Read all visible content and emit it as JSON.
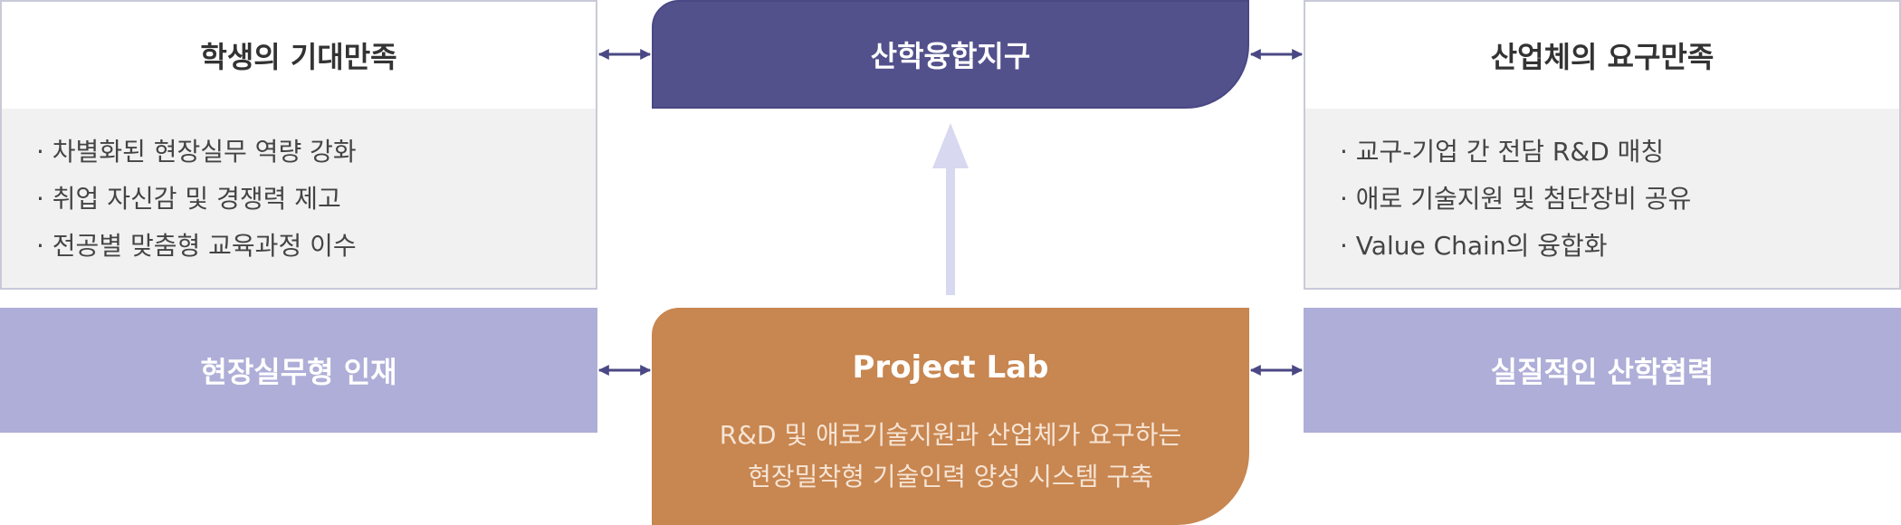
{
  "left_card": {
    "title": "학생의 기대만족",
    "items": [
      "· 차별화된 현장실무 역량 강화",
      "· 취업 자신감 및 경쟁력 제고",
      "· 전공별 맞춤형 교육과정 이수"
    ]
  },
  "center_top": {
    "title": "산학융합지구"
  },
  "right_card": {
    "title": "산업체의 요구만족",
    "items": [
      "· 교구-기업 간 전담 R&D 매칭",
      "· 애로 기술지원 및 첨단장비 공유",
      "· Value Chain의 융합화"
    ]
  },
  "bottom_left": {
    "title": "현장실무형 인재"
  },
  "center_bottom": {
    "title": "Project Lab",
    "desc_lines": [
      "R&D 및 애로기술지원과 산업체가 요구하는",
      "현장밀착형 기술인력 양성 시스템 구축"
    ]
  },
  "bottom_right": {
    "title": "실질적인 산학협력"
  },
  "colors": {
    "hub": "#53518c",
    "lab": "#c88650",
    "side": "#aeaed8",
    "arrow_dark": "#4a4884",
    "arrow_light": "#d8d8f0"
  }
}
